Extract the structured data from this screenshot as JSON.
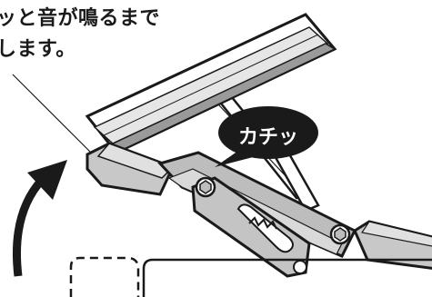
{
  "instruction": {
    "line1": "ッと音が鳴るまで",
    "line2": "します。"
  },
  "sound_bubble": {
    "text": "カチッ",
    "fill": "#1a1a1a",
    "text_color": "#ffffff"
  },
  "colors": {
    "ink": "#1a1a1a",
    "paper": "#ffffff",
    "handle_grey": "#c8c8c8",
    "metal_grey": "#bdbdbd"
  },
  "icons": {
    "arrow": "curved-up-arrow-icon"
  }
}
